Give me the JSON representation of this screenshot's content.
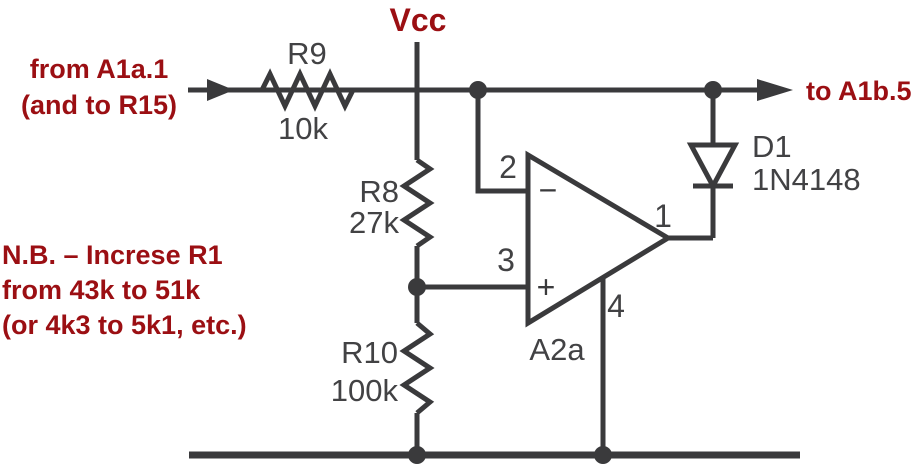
{
  "diagram": {
    "kind": "analog-circuit-schematic",
    "colors": {
      "accent_red": "#9b0f13",
      "line": "#3a3a3c",
      "component_text": "#424244",
      "background": "#ffffff"
    },
    "labels": {
      "vcc": "Vcc",
      "from_line1": "from A1a.1",
      "from_line2": "(and to R15)",
      "to": "to A1b.5"
    },
    "note": {
      "line1": "N.B. – Increse R1",
      "line2": "from 43k to 51k",
      "line3": "(or 4k3 to 5k1, etc.)"
    },
    "components": {
      "r9": {
        "ref": "R9",
        "value": "10k"
      },
      "r8": {
        "ref": "R8",
        "value": "27k"
      },
      "r10": {
        "ref": "R10",
        "value": "100k"
      },
      "d1": {
        "ref": "D1",
        "value": "1N4148"
      },
      "opamp": {
        "ref": "A2a",
        "minus": "−",
        "plus": "+",
        "pins": {
          "inverting": "2",
          "noninverting": "3",
          "output": "1",
          "ground": "4"
        }
      }
    }
  }
}
